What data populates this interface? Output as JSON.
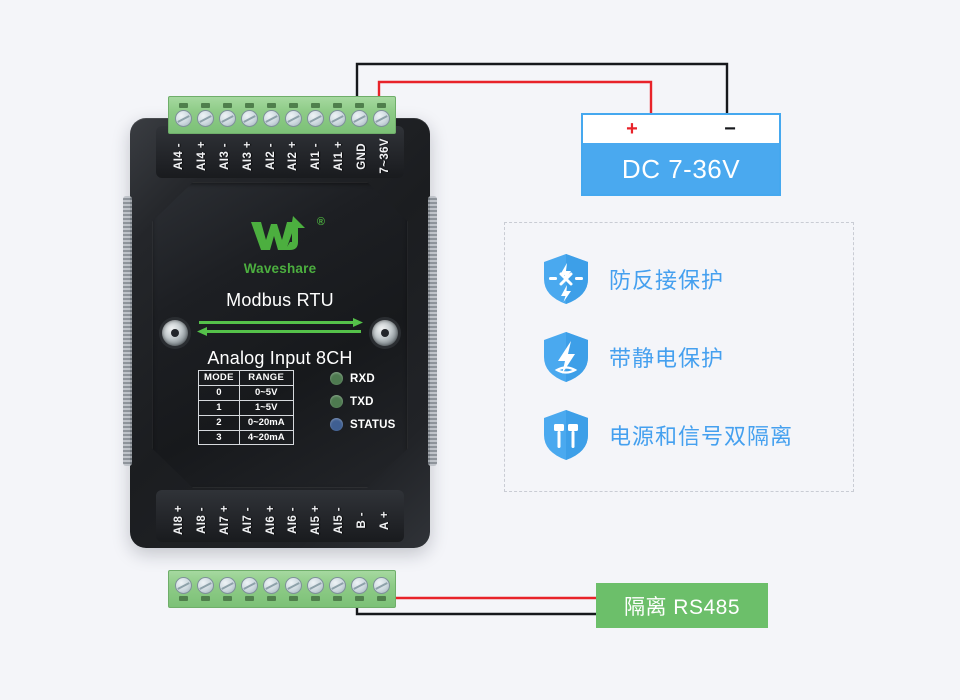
{
  "background_color": "#f4f5f9",
  "device": {
    "brand": "Waveshare",
    "registered_mark": "®",
    "title_line1": "Modbus RTU",
    "title_line2": "Analog Input 8CH",
    "top_terminals": [
      "AI4 -",
      "AI4 +",
      "AI3 -",
      "AI3 +",
      "AI2 -",
      "AI2 +",
      "AI1 -",
      "AI1 +",
      "GND",
      "7~36V"
    ],
    "bottom_terminals": [
      "AI8 +",
      "AI8 -",
      "AI7 +",
      "AI7 -",
      "AI6 +",
      "AI6 -",
      "AI5 +",
      "AI5 -",
      "B -",
      "A +"
    ],
    "mode_table": {
      "headers": [
        "MODE",
        "RANGE"
      ],
      "rows": [
        {
          "mode": "0",
          "range": "0~5V"
        },
        {
          "mode": "1",
          "range": "1~5V"
        },
        {
          "mode": "2",
          "range": "0~20mA"
        },
        {
          "mode": "3",
          "range": "4~20mA"
        }
      ]
    },
    "leds": [
      {
        "label": "RXD",
        "color": "#4e7a50"
      },
      {
        "label": "TXD",
        "color": "#4e7a50"
      },
      {
        "label": "STATUS",
        "color": "#3f5f92"
      }
    ],
    "accent_green": "#4caf3f",
    "terminal_block_color": "#8ecb87"
  },
  "power_supply": {
    "plus_symbol": "+",
    "minus_symbol": "−",
    "label": "DC 7-36V",
    "box_color": "#4aa9ef",
    "plus_color": "#e8232a",
    "minus_color": "#16181c"
  },
  "features": {
    "items": [
      {
        "icon": "shield-reverse-polarity-icon",
        "text": "防反接保护"
      },
      {
        "icon": "shield-esd-icon",
        "text": "带静电保护"
      },
      {
        "icon": "shield-isolation-icon",
        "text": "电源和信号双隔离"
      }
    ],
    "text_color": "#45a0ef",
    "icon_color": "#4aa9ef"
  },
  "rs485": {
    "label": "隔离 RS485",
    "box_color": "#6cbf6a"
  },
  "wires": {
    "positive_color": "#e8232a",
    "negative_color": "#16181c"
  }
}
